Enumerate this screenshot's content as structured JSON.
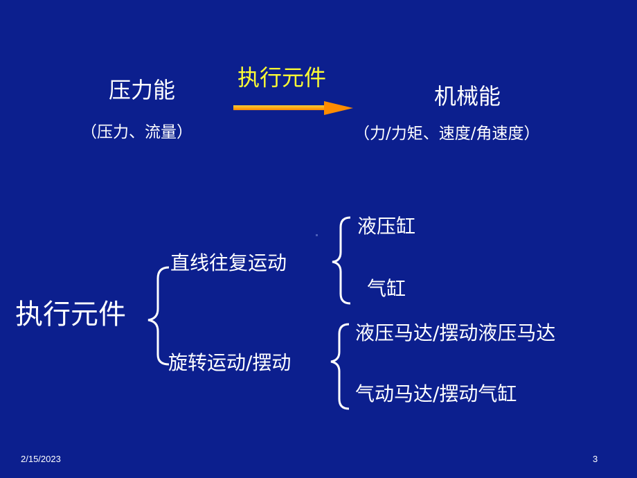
{
  "top": {
    "source_label": "压力能",
    "source_sub": "（压力、流量）",
    "arrow_label": "执行元件",
    "target_label": "机械能",
    "target_sub": "（力/力矩、速度/角速度）"
  },
  "tree": {
    "root": "执行元件",
    "branch_linear": {
      "label": "直线往复运动",
      "items": [
        "液压缸",
        "气缸"
      ]
    },
    "branch_rotary": {
      "label": "旋转运动/摆动",
      "items": [
        "液压马达/摆动液压马达",
        "气动马达/摆动气缸"
      ]
    }
  },
  "footer": {
    "date": "2/15/2023",
    "page": "3"
  },
  "colors": {
    "background": "#0c1f8e",
    "text": "#ffffff",
    "highlight": "#ffff33",
    "arrow": "#ff9900"
  }
}
